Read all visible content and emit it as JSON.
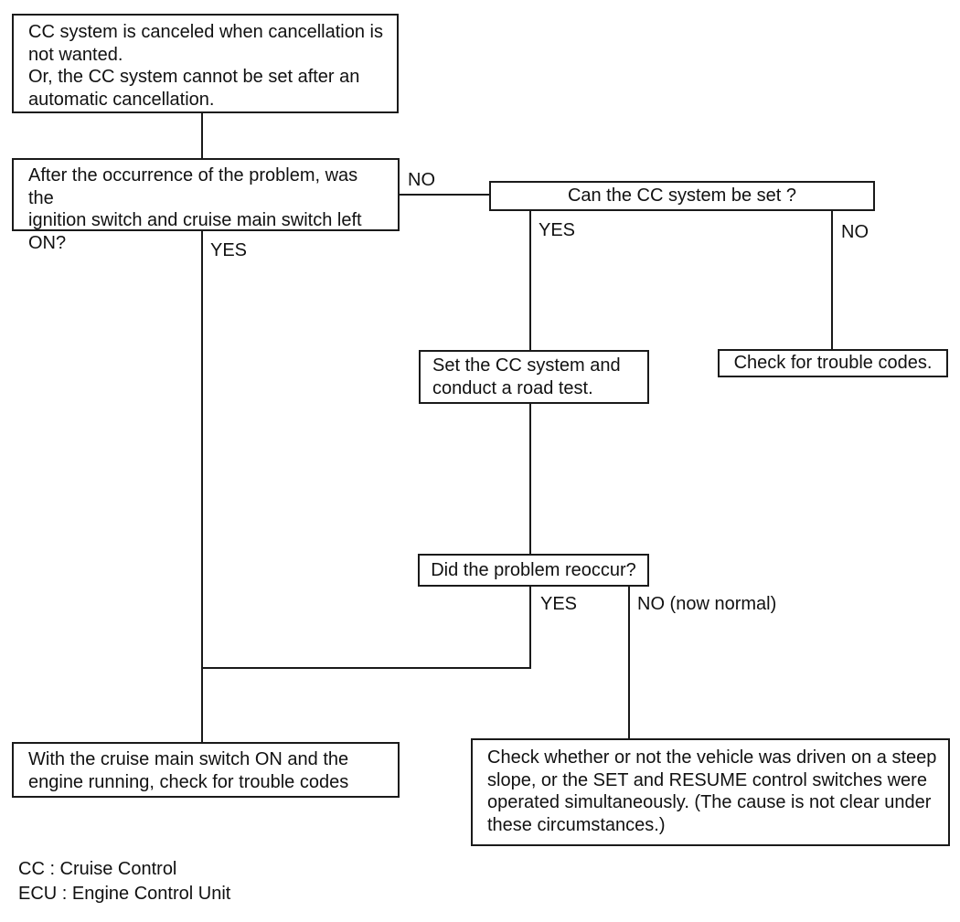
{
  "diagram": {
    "nodes": {
      "problem": {
        "text": "CC system is canceled when cancellation is\nnot wanted.\nOr, the CC system cannot be set after an\nautomatic cancellation."
      },
      "ignition_question": {
        "text": "After the occurrence of the problem, was the\nignition switch and cruise main switch left\nON?"
      },
      "can_set_question": {
        "text": "Can the CC system be set ?"
      },
      "road_test": {
        "text": "Set the CC system and\nconduct a road test."
      },
      "trouble_codes": {
        "text": "Check for trouble codes."
      },
      "reoccur_question": {
        "text": "Did the problem reoccur?"
      },
      "engine_trouble_codes": {
        "text": "With the cruise main switch ON and the\nengine running, check for trouble codes"
      },
      "steep_slope_check": {
        "text": "Check whether or not the vehicle was driven on a steep\nslope, or the SET and RESUME control switches were\noperated simultaneously. (The cause is not clear under\nthese circumstances.)"
      }
    },
    "branch_labels": {
      "ignition_no": "NO",
      "ignition_yes": "YES",
      "can_set_yes": "YES",
      "can_set_no": "NO",
      "reoccur_yes": "YES",
      "reoccur_no": "NO (now normal)"
    },
    "legend": {
      "cc": "CC : Cruise Control",
      "ecu": "ECU : Engine Control Unit"
    },
    "colors": {
      "background": "#ffffff",
      "line": "#1a1a1a",
      "text": "#111111"
    }
  }
}
